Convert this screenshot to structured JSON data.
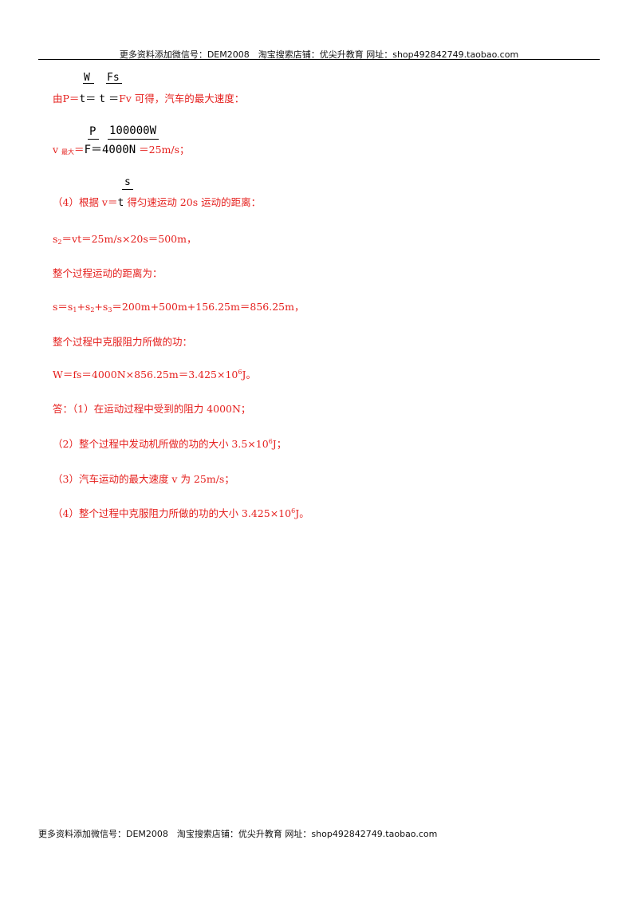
{
  "header": {
    "text": "更多资料添加微信号：DEM2008　淘宝搜索店铺：优尖升教育  网址：shop492842749.taobao.com"
  },
  "footer": {
    "text": "更多资料添加微信号：DEM2008　淘宝搜索店铺：优尖升教育  网址：shop492842749.taobao.com"
  },
  "eq1": {
    "prefix": "由P＝",
    "num1": "W",
    "den1": "t",
    "eq_a": "＝",
    "num2": "Fs",
    "den2": "t",
    "tail_eq": "＝",
    "tail": "Fv 可得，汽车的最大速度："
  },
  "eq2": {
    "v": "v ",
    "sub": "最大",
    "eq_a": "＝",
    "num1": "P",
    "den1": "F",
    "eq_b": "＝",
    "num2": "100000W",
    "den2": "4000N",
    "tail": "＝25m/s；"
  },
  "eq3": {
    "prefix": "（4）根据 v＝",
    "num": "s",
    "den": "t",
    "tail": "得匀速运动 20s 运动的距离："
  },
  "lines": {
    "s2_a": "s",
    "s2_sub": "2",
    "s2_b": "＝vt＝25m/s×20s＝500m，",
    "total_title": "整个过程运动的距离为：",
    "s_a": "s＝s",
    "s_sub1": "1",
    "s_b": "+s",
    "s_sub2": "2",
    "s_c": "+s",
    "s_sub3": "3",
    "s_d": "＝200m+500m+156.25m＝856.25m，",
    "work_title": "整个过程中克服阻力所做的功：",
    "w_a": "W＝fs＝4000N×856.25m＝3.425×10",
    "w_sup": "6",
    "w_b": "J。",
    "ans1": "答：（1）在运动过程中受到的阻力 4000N；",
    "ans2_a": "（2）整个过程中发动机所做的功的大小 3.5×10",
    "ans2_sup": "6",
    "ans2_b": "J；",
    "ans3": "（3）汽车运动的最大速度 v 为 25m/s；",
    "ans4_a": "（4）整个过程中克服阻力所做的功的大小 3.425×10",
    "ans4_sup": "6",
    "ans4_b": "J。"
  }
}
